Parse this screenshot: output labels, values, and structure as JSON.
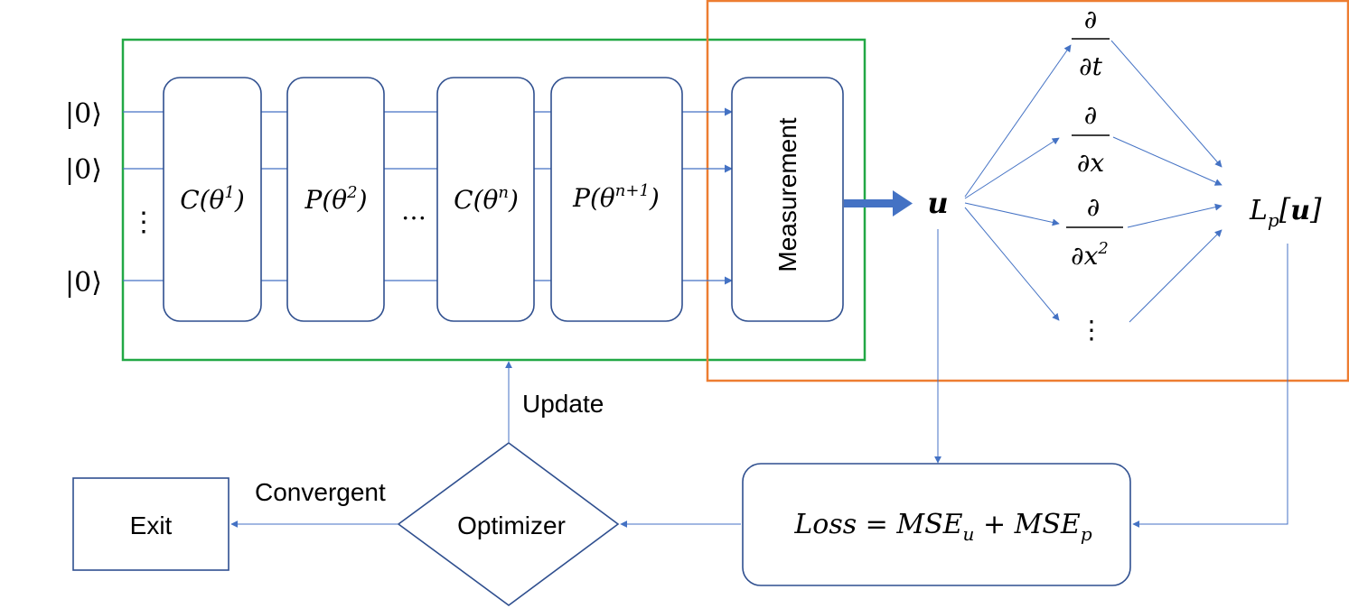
{
  "qubits": {
    "state_label": "|0⟩",
    "vdots": "⋮"
  },
  "gates": [
    {
      "name": "C",
      "sup": "1"
    },
    {
      "name": "P",
      "sup": "2"
    },
    {
      "name": "C",
      "sup": "n"
    },
    {
      "name": "P",
      "sup": "n+1"
    }
  ],
  "gate_ellipsis": "…",
  "measurement": "Measurement",
  "output_symbol": "u",
  "derivatives": [
    {
      "num": "∂",
      "den": "∂t",
      "sup": ""
    },
    {
      "num": "∂",
      "den": "∂x",
      "sup": ""
    },
    {
      "num": "∂",
      "den": "∂x",
      "sup": "2"
    }
  ],
  "derivative_vdots": "⋮",
  "operator": {
    "L": "L",
    "sub": "p",
    "arg": "u"
  },
  "loss": {
    "lhs": "Loss",
    "eq": " = ",
    "term1": "MSE",
    "sub1": "u",
    "plus": " + ",
    "term2": "MSE",
    "sub2": "p"
  },
  "optimizer": "Optimizer",
  "update": "Update",
  "convergent": "Convergent",
  "exit": "Exit",
  "colors": {
    "green_frame": "#22a845",
    "orange_frame": "#ed7d31",
    "arrow_blue": "#4472c4",
    "box_stroke": "#2f4f8f"
  }
}
